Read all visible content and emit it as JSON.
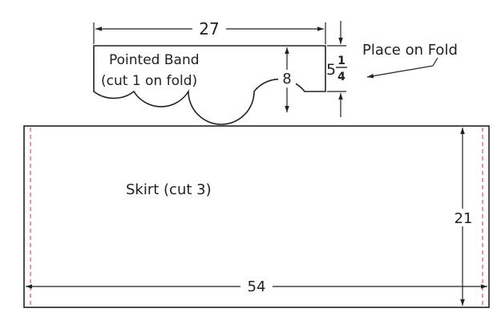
{
  "pointed_band": {
    "label_line1": "Pointed Band",
    "label_line2": "(cut 1 on fold)",
    "width": "27",
    "height": "8",
    "edge_height_whole": "5",
    "edge_height_num": "1",
    "edge_height_den": "4"
  },
  "fold_note": "Place on Fold",
  "skirt": {
    "label": "Skirt (cut 3)",
    "width": "54",
    "height": "21"
  },
  "colors": {
    "outline": "#222222",
    "seam_line": "#d9534f"
  }
}
